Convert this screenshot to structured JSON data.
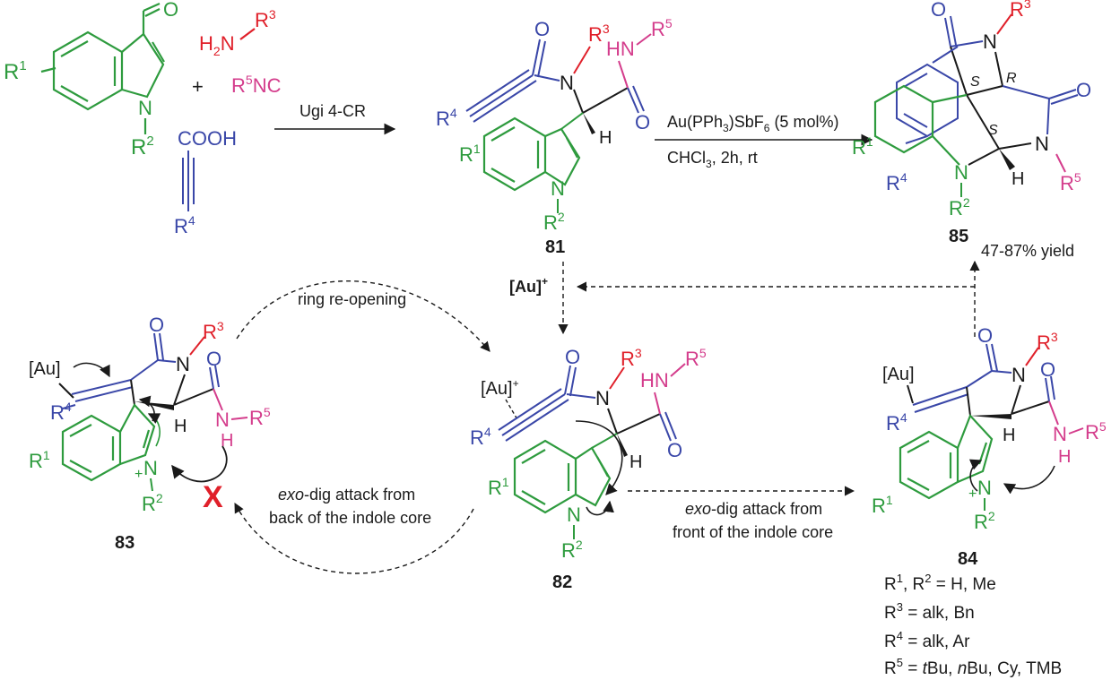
{
  "colors": {
    "green": "#2e9b3e",
    "red": "#e0202a",
    "magenta": "#d43d8c",
    "blue": "#3a47a8",
    "black": "#1a1a1a",
    "xmark": "#e0202a"
  },
  "starting_materials": {
    "aldehyde_O": "O",
    "aldehyde_R1": "R",
    "aldehyde_R1_sup": "1",
    "aldehyde_N": "N",
    "aldehyde_R2": "R",
    "aldehyde_R2_sup": "2",
    "plus": "+",
    "amine": "H",
    "amine_sub": "2",
    "amine_N": "N",
    "amine_R3": "R",
    "amine_R3_sup": "3",
    "isonitrile": "R",
    "isonitrile_sup": "5",
    "isonitrile_rest": "NC",
    "acid": "COOH",
    "acid_R4": "R",
    "acid_R4_sup": "4"
  },
  "arrows": {
    "ugi_label": "Ugi 4-CR",
    "gold_catalyst": "Au(PPh",
    "gold_catalyst_sub": "3",
    "gold_catalyst_rest": ")SbF",
    "gold_catalyst_sub2": "6",
    "gold_catalyst_tail": " (5 mol%)",
    "conditions": "CHCl",
    "conditions_sub": "3",
    "conditions_rest": ", 2h, rt",
    "yield": "47-87% yield",
    "gold_cation": "[Au]",
    "gold_cation_sup": "+",
    "ring_reopening": "ring re-opening",
    "exo_back_1": "exo",
    "exo_back_1_rest": "-dig attack from",
    "exo_back_2": "back of the indole core",
    "exo_front_1": "exo",
    "exo_front_1_rest": "-dig attack from",
    "exo_front_2": "front of the indole core"
  },
  "compounds": {
    "c81": "81",
    "c85": "85",
    "c82": "82",
    "c83": "83",
    "c84": "84"
  },
  "atoms": {
    "O": "O",
    "N": "N",
    "H": "H",
    "HN": "HN",
    "R": "R",
    "au": "[Au]",
    "au_plus": "[Au]",
    "plus": "+",
    "s": "S",
    "r": "R",
    "sup1": "1",
    "sup2": "2",
    "sup3": "3",
    "sup4": "4",
    "sup5": "5",
    "x": "X"
  },
  "substituents": {
    "line1": "R",
    "line1_sup": "1",
    "line1_mid": ", R",
    "line1_sup2": "2",
    "line1_rest": " = H, Me",
    "line2": "R",
    "line2_sup": "3",
    "line2_rest": " = alk, Bn",
    "line3": "R",
    "line3_sup": "4",
    "line3_rest": " = alk, Ar",
    "line4": "R",
    "line4_sup": "5",
    "line4_mid": " = ",
    "line4_t": "t",
    "line4_tbu": "Bu, ",
    "line4_n": "n",
    "line4_rest": "Bu, Cy, TMB"
  }
}
